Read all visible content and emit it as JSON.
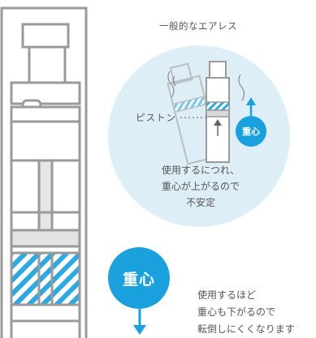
{
  "colors": {
    "accent": "#1aa0dc",
    "bubble": "#ddeef6",
    "outline": "#9a9a9a",
    "hatch": "#2ea8df"
  },
  "inset": {
    "title": "一般的なエアレス",
    "piston_label": "ピストン",
    "badge": "重心",
    "unstable_lines": [
      "使用するにつれ、",
      "重心が上がるので",
      "不安定"
    ]
  },
  "main": {
    "badge": "重心",
    "stable_lines": [
      "使用するほど",
      "重心も下がるので",
      "転倒しにくくなります"
    ]
  },
  "icons": {
    "up_arrow": "arrow-up-icon",
    "down_arrow": "arrow-down-icon"
  }
}
